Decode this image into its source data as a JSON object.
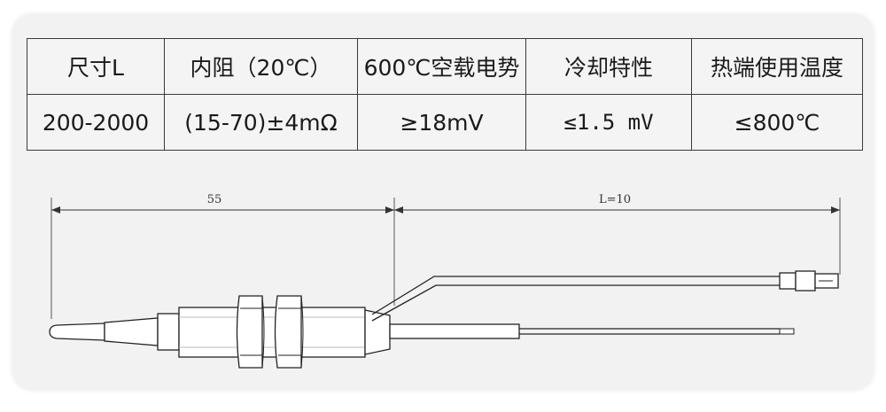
{
  "table": {
    "headers": [
      "尺寸L",
      "内阻（20℃）",
      "600℃空载电势",
      "冷却特性",
      "热端使用温度"
    ],
    "values": [
      "200-2000",
      "(15-70)±4mΩ",
      "≥18mV",
      "≤1.5 mV",
      "≤800℃"
    ]
  },
  "drawing": {
    "dim_left_label": "55",
    "dim_right_label": "L=10"
  }
}
